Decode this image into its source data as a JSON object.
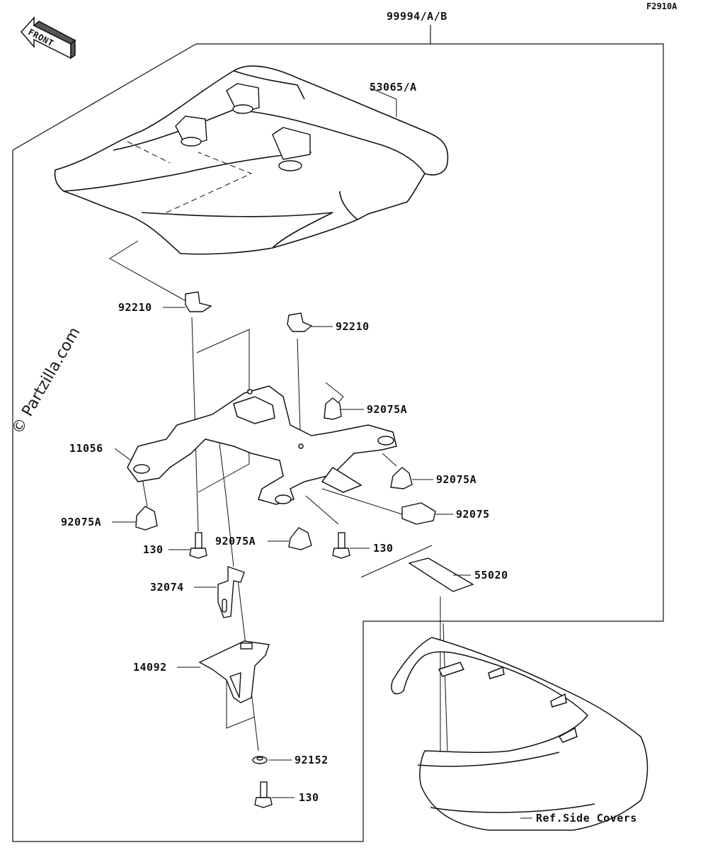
{
  "figure_code": "F2910A",
  "front_label": "FRONT",
  "watermark_text": "© Partzilla.com",
  "parts": {
    "kit": "99994/A/B",
    "seat_cover": "53065/A",
    "nut_left": "92210",
    "nut_right": "92210",
    "bracket": "11056",
    "damper_1": "92075A",
    "damper_2": "92075A",
    "damper_3": "92075A",
    "damper_4": "92075A",
    "damper_5": "92075",
    "bolt_left": "130",
    "bolt_center": "130",
    "bolt_bottom": "130",
    "stay": "32074",
    "holder": "14092",
    "collar": "92152",
    "label": "55020"
  },
  "reference_note": "Ref.Side Covers"
}
